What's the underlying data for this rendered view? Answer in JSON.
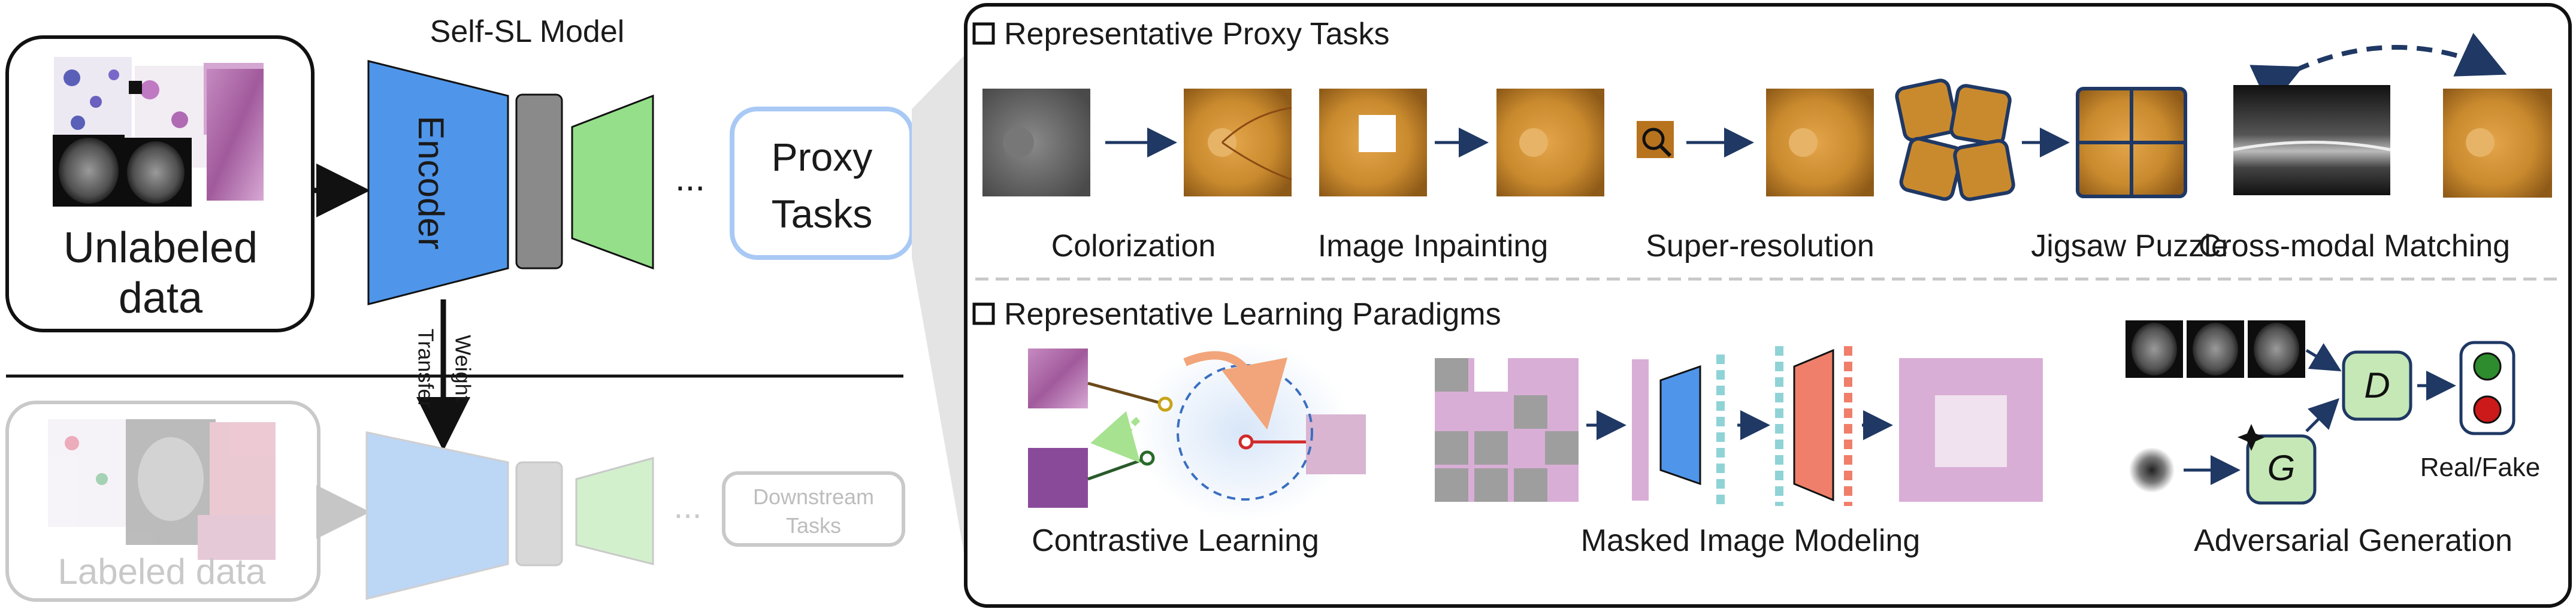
{
  "model_title": "Self-SL Model",
  "unlabeled_box": {
    "line1": "Unlabeled",
    "line2": "data"
  },
  "encoder_label": "Encoder",
  "ellipsis": "...",
  "proxy_box": {
    "line1": "Proxy",
    "line2": "Tasks"
  },
  "weight_transfer": {
    "line1": "Weight",
    "line2": "Transfer"
  },
  "labeled_label": "Labeled data",
  "downstream_box": {
    "line1": "Downstream",
    "line2": "Tasks"
  },
  "proxy_section": {
    "title": "Representative Proxy Tasks",
    "tasks": [
      "Colorization",
      "Image Inpainting",
      "Super-resolution",
      "Jigsaw Puzzle",
      "Cross-modal Matching"
    ]
  },
  "learning_section": {
    "title": "Representative Learning Paradigms",
    "paradigms": [
      "Contrastive Learning",
      "Masked Image Modeling",
      "Adversarial Generation"
    ],
    "discriminator": "D",
    "generator": "G",
    "real_fake": "Real/Fake"
  },
  "colors": {
    "encoder": "#4f95ea",
    "gray_block": "#8a8a8a",
    "green_block": "#95df8a",
    "proxy_border": "#a9c9f5",
    "arrow_navy": "#1f3864",
    "fundus": "#c98a2e",
    "histo": "#b46aa8",
    "faded": "#c9c9c9",
    "coral": "#ef7f6a",
    "teal": "#8fd3d6"
  }
}
